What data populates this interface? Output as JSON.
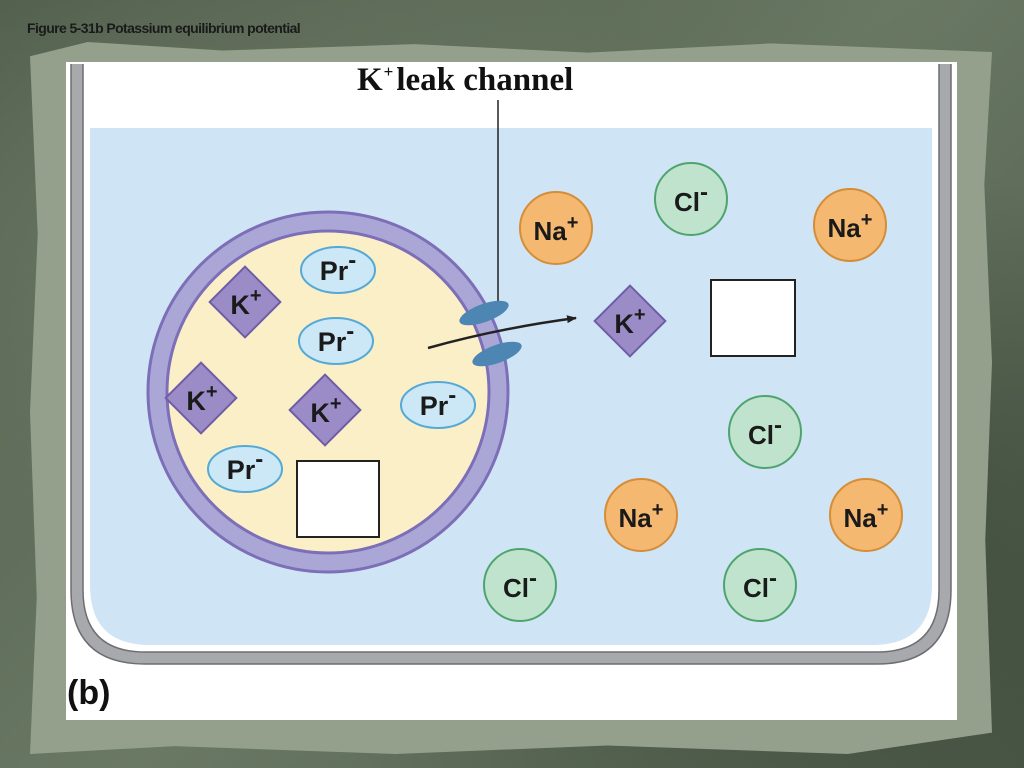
{
  "figure": {
    "title": "Figure 5-31b  Potassium equilibrium potential",
    "panel_letter": "(b)",
    "channel_label_main": "K",
    "channel_label_sup": "+",
    "channel_label_rest": "leak channel"
  },
  "colors": {
    "solution": "#cfe5f5",
    "cell_membrane": "#a9a6d6",
    "cell_membrane_stroke": "#7c6fb8",
    "cytoplasm": "#fbefc8",
    "potassium": "#9b8cc8",
    "protein": "#cce8f7",
    "sodium": "#f5b870",
    "chloride": "#bfe3cc",
    "channel": "#4d86b3"
  },
  "ions": {
    "potassium": [
      {
        "symbol": "K",
        "charge": "+"
      },
      {
        "symbol": "K",
        "charge": "+"
      },
      {
        "symbol": "K",
        "charge": "+"
      },
      {
        "symbol": "K",
        "charge": "+"
      }
    ],
    "protein": [
      {
        "symbol": "Pr",
        "charge": "-"
      },
      {
        "symbol": "Pr",
        "charge": "-"
      },
      {
        "symbol": "Pr",
        "charge": "-"
      },
      {
        "symbol": "Pr",
        "charge": "-"
      }
    ],
    "sodium": [
      {
        "symbol": "Na",
        "charge": "+"
      },
      {
        "symbol": "Na",
        "charge": "+"
      },
      {
        "symbol": "Na",
        "charge": "+"
      },
      {
        "symbol": "Na",
        "charge": "+"
      }
    ],
    "chloride": [
      {
        "symbol": "Cl",
        "charge": "-"
      },
      {
        "symbol": "Cl",
        "charge": "-"
      },
      {
        "symbol": "Cl",
        "charge": "-"
      },
      {
        "symbol": "Cl",
        "charge": "-"
      }
    ]
  }
}
